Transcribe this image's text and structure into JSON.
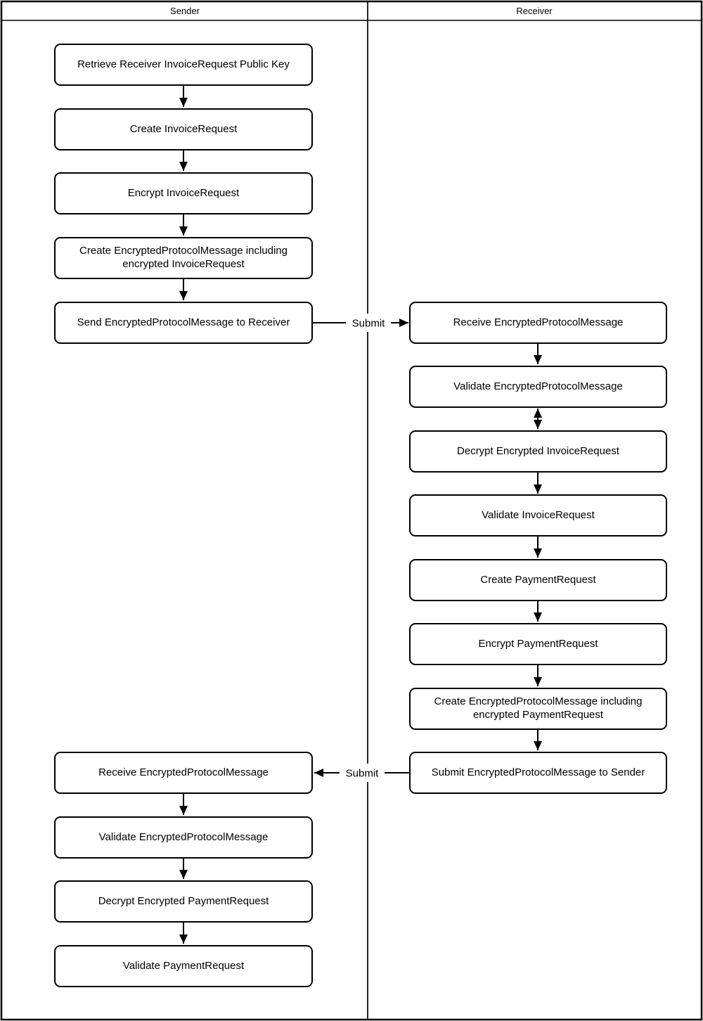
{
  "lanes": {
    "sender": {
      "label": "Sender"
    },
    "receiver": {
      "label": "Receiver"
    }
  },
  "nodes": {
    "retrieve_public_key": {
      "lane": "sender",
      "label": "Retrieve Receiver InvoiceRequest Public Key"
    },
    "create_invoice_request": {
      "lane": "sender",
      "label": "Create InvoiceRequest"
    },
    "encrypt_invoice_request": {
      "lane": "sender",
      "label": "Encrypt InvoiceRequest"
    },
    "create_epm_invoice": {
      "lane": "sender",
      "label": "Create EncryptedProtocolMessage including encrypted InvoiceRequest"
    },
    "send_epm_to_receiver": {
      "lane": "sender",
      "label": "Send EncryptedProtocolMessage to Receiver"
    },
    "receive_epm_receiver": {
      "lane": "receiver",
      "label": "Receive EncryptedProtocolMessage"
    },
    "validate_epm_receiver": {
      "lane": "receiver",
      "label": "Validate EncryptedProtocolMessage"
    },
    "decrypt_invoice_request": {
      "lane": "receiver",
      "label": "Decrypt Encrypted InvoiceRequest"
    },
    "validate_invoice_request": {
      "lane": "receiver",
      "label": "Validate InvoiceRequest"
    },
    "create_payment_request": {
      "lane": "receiver",
      "label": "Create PaymentRequest"
    },
    "encrypt_payment_request": {
      "lane": "receiver",
      "label": "Encrypt PaymentRequest"
    },
    "create_epm_payment": {
      "lane": "receiver",
      "label": "Create EncryptedProtocolMessage including encrypted PaymentRequest"
    },
    "submit_epm_to_sender": {
      "lane": "receiver",
      "label": "Submit EncryptedProtocolMessage to Sender"
    },
    "receive_epm_sender": {
      "lane": "sender",
      "label": "Receive EncryptedProtocolMessage"
    },
    "validate_epm_sender": {
      "lane": "sender",
      "label": "Validate EncryptedProtocolMessage"
    },
    "decrypt_payment_request": {
      "lane": "sender",
      "label": "Decrypt Encrypted PaymentRequest"
    },
    "validate_payment_request": {
      "lane": "sender",
      "label": "Validate PaymentRequest"
    }
  },
  "edges": {
    "submit_to_receiver": {
      "label": "Submit"
    },
    "submit_to_sender": {
      "label": "Submit"
    }
  },
  "colors": {
    "line": "#000000",
    "node_fill": "#ffffff",
    "background": "#ffffff"
  }
}
